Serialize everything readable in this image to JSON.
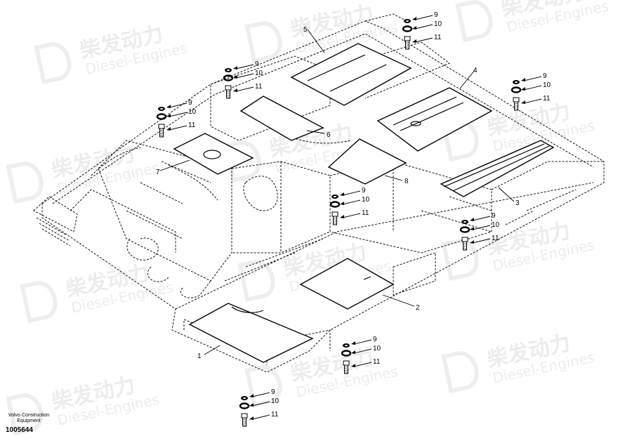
{
  "watermark": {
    "brand_cn": "柴发动力",
    "brand_en": "Diesel-Engines"
  },
  "footer": {
    "company_line1": "Volvo Construction",
    "company_line2": "Equipment",
    "document_id": "1005644"
  },
  "callouts": [
    {
      "id": "p1",
      "label": "1"
    },
    {
      "id": "p2",
      "label": "2"
    },
    {
      "id": "p3",
      "label": "3"
    },
    {
      "id": "p4",
      "label": "4"
    },
    {
      "id": "p5",
      "label": "5"
    },
    {
      "id": "p6",
      "label": "6"
    },
    {
      "id": "p7",
      "label": "7"
    },
    {
      "id": "p8",
      "label": "8"
    }
  ],
  "hardware_sets": [
    {
      "id": "hw-a",
      "washer": "9",
      "spacer": "10",
      "bolt": "11"
    },
    {
      "id": "hw-b",
      "washer": "9",
      "spacer": "10",
      "bolt": "11"
    },
    {
      "id": "hw-c",
      "washer": "9",
      "spacer": "10",
      "bolt": "11"
    },
    {
      "id": "hw-d",
      "washer": "9",
      "spacer": "10",
      "bolt": "11"
    },
    {
      "id": "hw-e",
      "washer": "9",
      "spacer": "10",
      "bolt": "11"
    },
    {
      "id": "hw-f",
      "washer": "9",
      "spacer": "10",
      "bolt": "11"
    },
    {
      "id": "hw-g",
      "washer": "9",
      "spacer": "10",
      "bolt": "11"
    },
    {
      "id": "hw-h",
      "washer": "9",
      "spacer": "10",
      "bolt": "11"
    }
  ]
}
